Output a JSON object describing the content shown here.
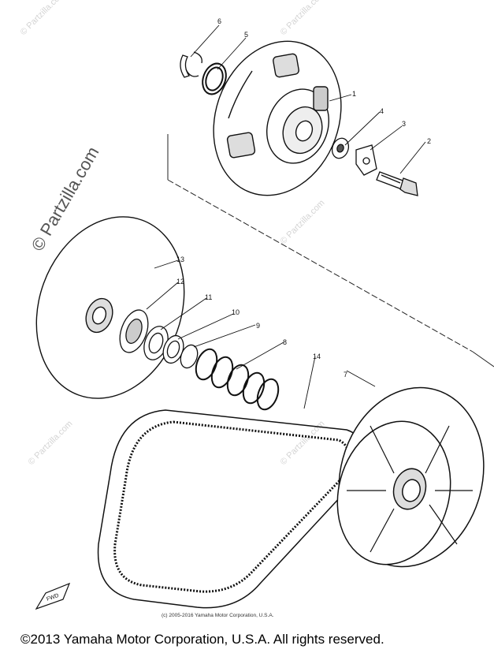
{
  "watermark": {
    "main": "© Partzilla.com",
    "repeat": "© Partzilla.com"
  },
  "parts": [
    {
      "id": "1",
      "label": "1"
    },
    {
      "id": "2",
      "label": "2"
    },
    {
      "id": "3",
      "label": "3"
    },
    {
      "id": "4",
      "label": "4"
    },
    {
      "id": "5",
      "label": "5"
    },
    {
      "id": "6",
      "label": "6"
    },
    {
      "id": "7",
      "label": "7"
    },
    {
      "id": "8",
      "label": "8"
    },
    {
      "id": "9",
      "label": "9"
    },
    {
      "id": "10",
      "label": "10"
    },
    {
      "id": "11",
      "label": "11"
    },
    {
      "id": "12",
      "label": "12"
    },
    {
      "id": "13",
      "label": "13"
    },
    {
      "id": "14",
      "label": "14"
    }
  ],
  "fwd_label": "FWD",
  "copyright_small": "(c) 2005-2016 Yamaha Motor Corporation, U.S.A.",
  "copyright_main": "©2013 Yamaha Motor Corporation, U.S.A. All rights reserved."
}
